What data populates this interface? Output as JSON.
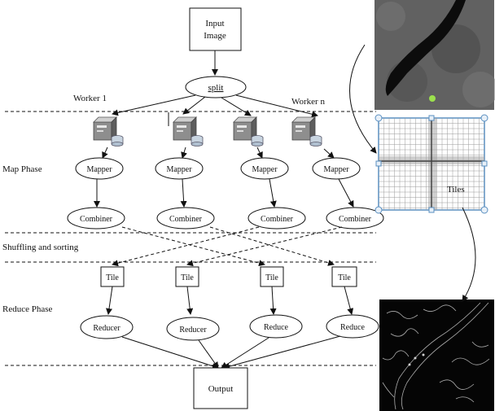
{
  "input": {
    "line1": "Input",
    "line2": "Image"
  },
  "split": {
    "label": "split"
  },
  "workers": {
    "first": "Worker 1",
    "last": "Worker n"
  },
  "phases": {
    "map": "Map Phase",
    "shuffle": "Shuffling and sorting",
    "reduce": "Reduce Phase"
  },
  "mappers": [
    "Mapper",
    "Mapper",
    "Mapper",
    "Mapper"
  ],
  "combiners": [
    "Combiner",
    "Combiner",
    "Combiner",
    "Combiner"
  ],
  "tiles": [
    "Tile",
    "Tile",
    "Tile",
    "Tile"
  ],
  "reducers": [
    "Reducer",
    "Reducer",
    "Reduce",
    "Reduce"
  ],
  "output": {
    "label": "Output"
  },
  "tiles_label": "Tiles",
  "icons": {
    "server": "server-icon",
    "satellite": "satellite-image-icon",
    "grid": "tile-grid-icon",
    "edges": "edge-detection-image-icon"
  }
}
